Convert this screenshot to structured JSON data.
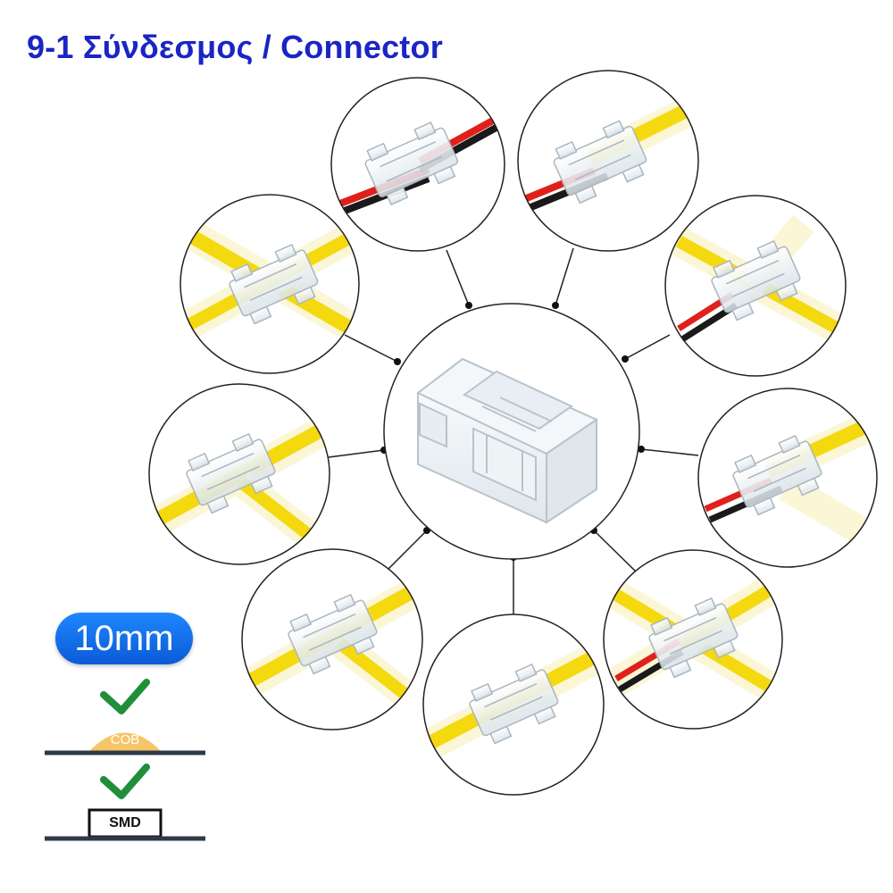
{
  "title": "9-1 Σύνδεσμος / Connector",
  "size_badge": "10mm",
  "strip_types": [
    {
      "label": "COB",
      "supported": true
    },
    {
      "label": "SMD",
      "supported": true
    }
  ],
  "colors": {
    "title": "#1a25c4",
    "badge": "#1a73f0",
    "check": "#1f8f3a",
    "cob_fill": "#f6c56a",
    "led_strip": "#f5d90f",
    "wire_red": "#e0211b",
    "wire_black": "#1a1a1a"
  },
  "variants": [
    {
      "name": "wire-to-wire"
    },
    {
      "name": "strip-to-wire"
    },
    {
      "name": "strip-wire-corner"
    },
    {
      "name": "strip-to-wire-straight"
    },
    {
      "name": "strip-cross-wire"
    },
    {
      "name": "strip-straight"
    },
    {
      "name": "strip-t-junction-down"
    },
    {
      "name": "strip-t-junction"
    },
    {
      "name": "strip-l-cross"
    }
  ]
}
